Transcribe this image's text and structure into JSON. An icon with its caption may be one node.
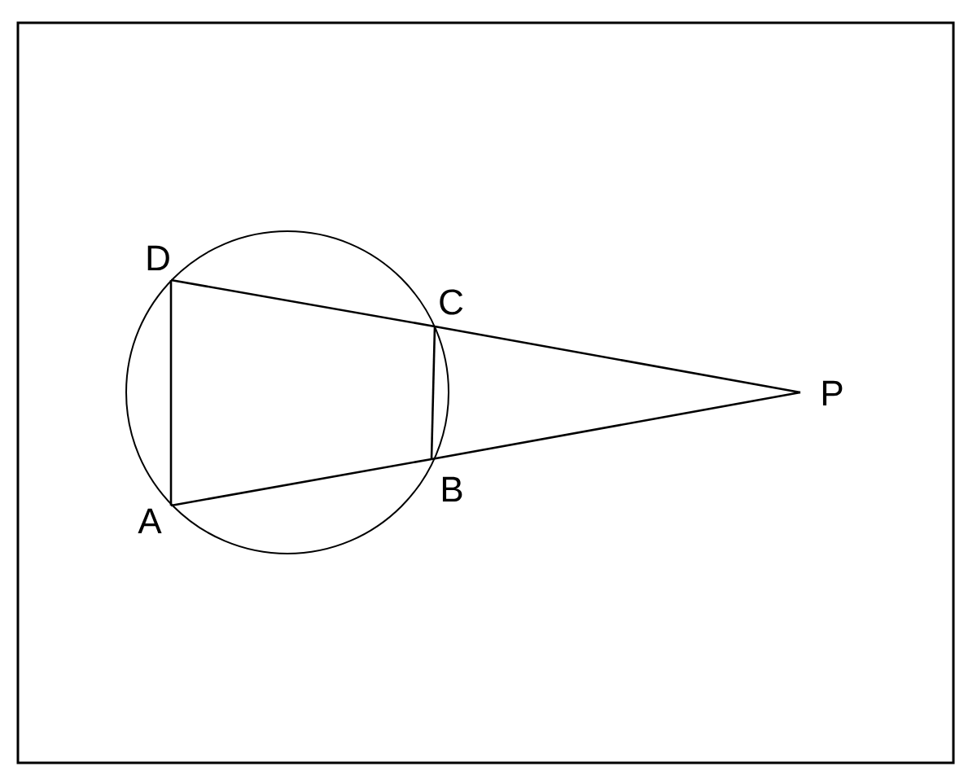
{
  "diagram": {
    "nodes": [
      {
        "text": [
          "D"
        ]
      },
      {
        "text": [
          "C"
        ]
      },
      {
        "text": [
          "P"
        ]
      },
      {
        "text": [
          "B"
        ]
      },
      {
        "text": [
          "A"
        ]
      }
    ],
    "edges": [
      {
        "from": 0,
        "to": 4,
        "arrow": "none"
      },
      {
        "from": 0,
        "to": 1,
        "arrow": "none"
      },
      {
        "from": 1,
        "to": 2,
        "arrow": "none"
      },
      {
        "from": 4,
        "to": 3,
        "arrow": "none"
      },
      {
        "from": 3,
        "to": 2,
        "arrow": "none"
      },
      {
        "from": 1,
        "to": 3,
        "arrow": "none"
      }
    ]
  }
}
